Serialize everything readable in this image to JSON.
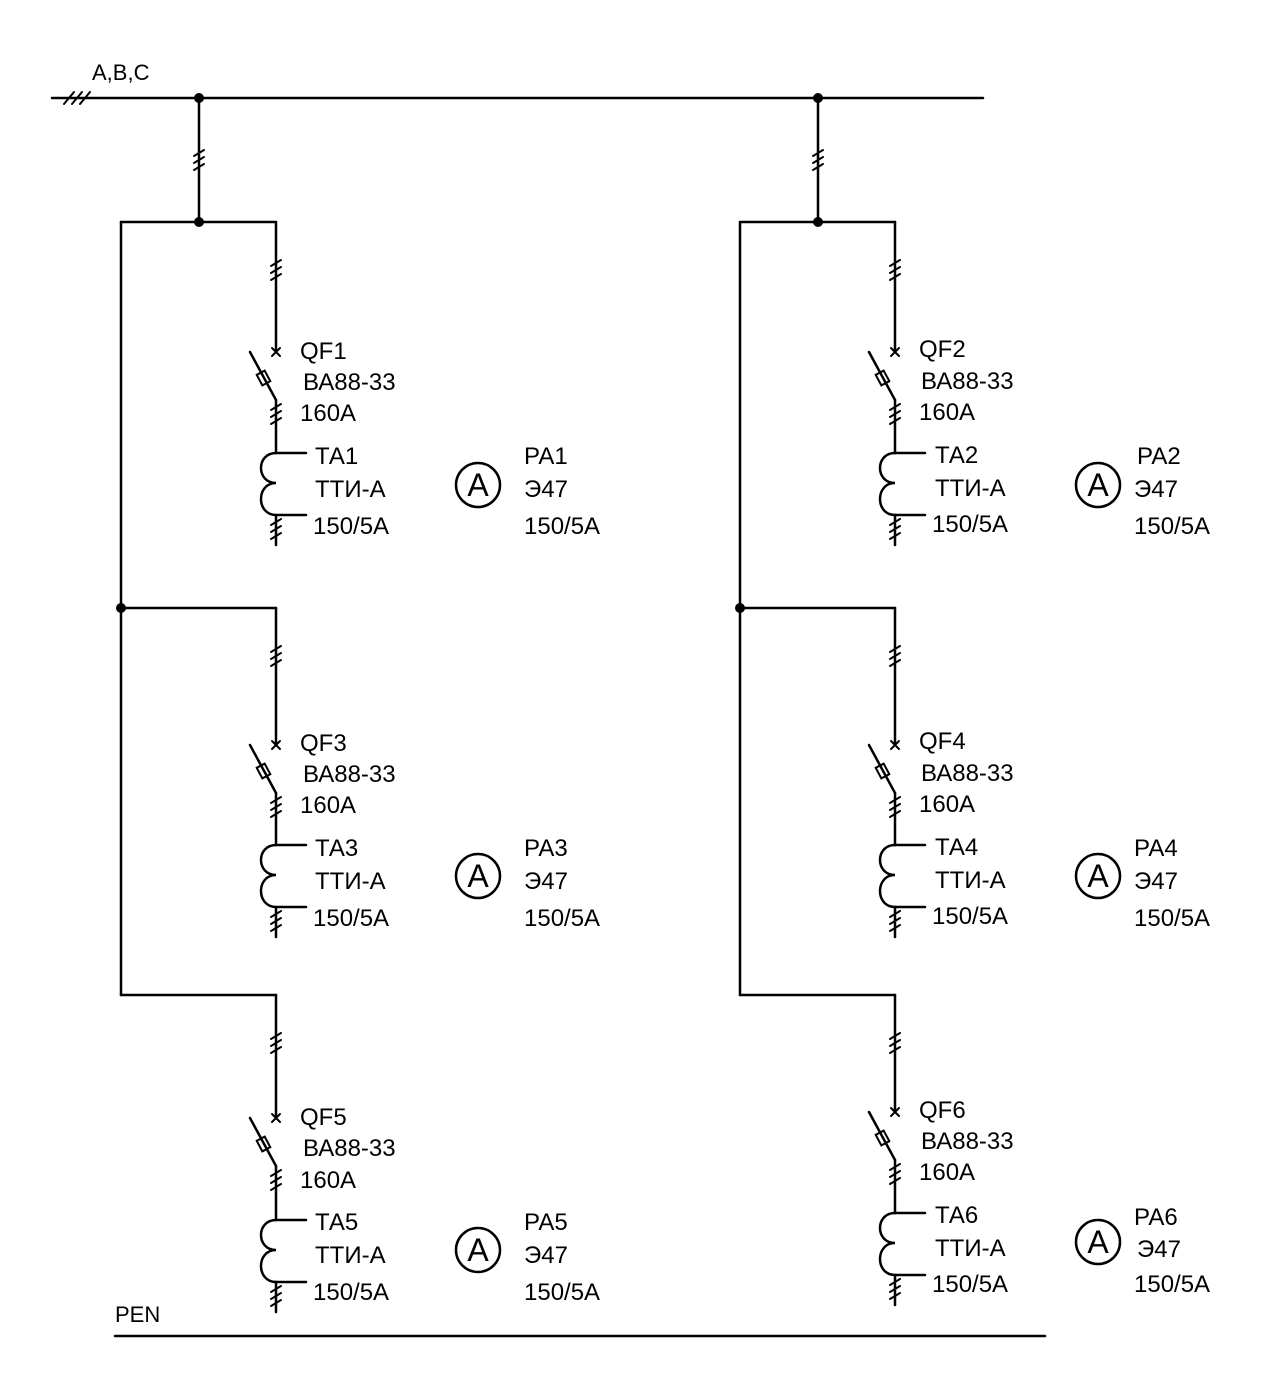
{
  "bus": {
    "phase_label": "A,B,C",
    "pen_label": "PEN"
  },
  "feeders": [
    {
      "breaker": "QF1",
      "breaker_model": "ВА88-33",
      "breaker_rating": "160А",
      "ct": "ТА1",
      "ct_model": "ТТИ-А",
      "ct_ratio": "150/5А",
      "meter_symbol": "A",
      "meter": "РА1",
      "meter_model": "Э47",
      "meter_ratio": "150/5А"
    },
    {
      "breaker": "QF2",
      "breaker_model": "ВА88-33",
      "breaker_rating": "160А",
      "ct": "ТА2",
      "ct_model": "ТТИ-А",
      "ct_ratio": "150/5А",
      "meter_symbol": "A",
      "meter": "РА2",
      "meter_model": "Э47",
      "meter_ratio": "150/5А"
    },
    {
      "breaker": "QF3",
      "breaker_model": "ВА88-33",
      "breaker_rating": "160А",
      "ct": "ТА3",
      "ct_model": "ТТИ-А",
      "ct_ratio": "150/5А",
      "meter_symbol": "A",
      "meter": "РА3",
      "meter_model": "Э47",
      "meter_ratio": "150/5А"
    },
    {
      "breaker": "QF4",
      "breaker_model": "ВА88-33",
      "breaker_rating": "160А",
      "ct": "ТА4",
      "ct_model": "ТТИ-А",
      "ct_ratio": "150/5А",
      "meter_symbol": "A",
      "meter": "РА4",
      "meter_model": "Э47",
      "meter_ratio": "150/5А"
    },
    {
      "breaker": "QF5",
      "breaker_model": "ВА88-33",
      "breaker_rating": "160А",
      "ct": "ТА5",
      "ct_model": "ТТИ-А",
      "ct_ratio": "150/5А",
      "meter_symbol": "A",
      "meter": "РА5",
      "meter_model": "Э47",
      "meter_ratio": "150/5А"
    },
    {
      "breaker": "QF6",
      "breaker_model": "ВА88-33",
      "breaker_rating": "160А",
      "ct": "ТА6",
      "ct_model": "ТТИ-А",
      "ct_ratio": "150/5А",
      "meter_symbol": "A",
      "meter": "РА6",
      "meter_model": "Э47",
      "meter_ratio": "150/5А"
    }
  ]
}
